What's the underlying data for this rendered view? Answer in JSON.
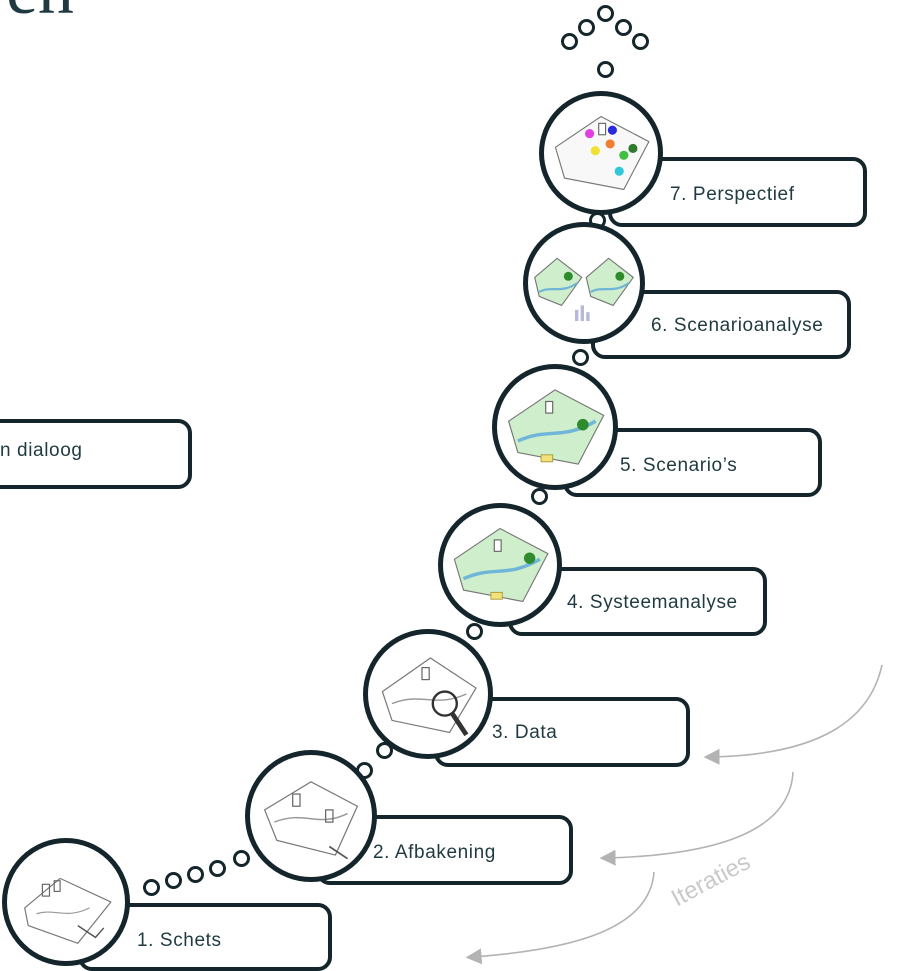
{
  "header": {
    "title": "ren"
  },
  "side_box": {
    "label": "n dialoog"
  },
  "steps": [
    {
      "label": "1. Schets"
    },
    {
      "label": "2. Afbakening"
    },
    {
      "label": "3. Data"
    },
    {
      "label": "4. Systeemanalyse"
    },
    {
      "label": "5. Scenario’s"
    },
    {
      "label": "6. Scenarioanalyse"
    },
    {
      "label": "7. Perspectief"
    }
  ],
  "iterations": {
    "label": "Iteraties"
  },
  "colors": {
    "outline": "#14262b",
    "text": "#1f3a40",
    "green": "#cfeecb",
    "arrow": "#b3b3b3"
  }
}
